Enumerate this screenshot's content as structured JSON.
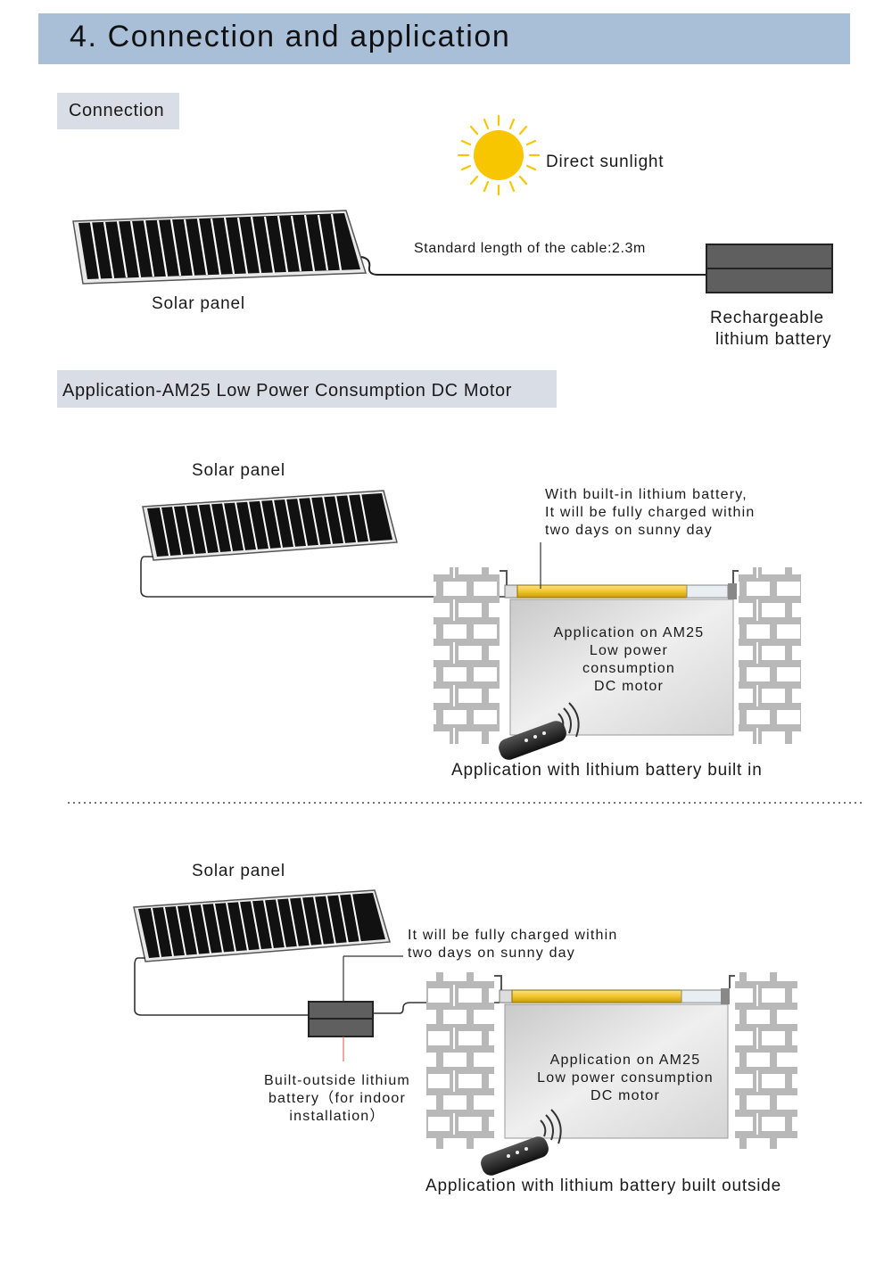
{
  "header": {
    "title": "4. Connection  and  application"
  },
  "sections": {
    "connection": {
      "tag": "Connection",
      "sunlight_label": "Direct  sunlight",
      "cable_label": "Standard length of the cable:2.3m",
      "solar_panel_label": "Solar panel",
      "battery_label_line1": "Rechargeable",
      "battery_label_line2": "lithium battery"
    },
    "application": {
      "tag": "Application-AM25 Low Power Consumption DC Motor"
    },
    "builtin": {
      "solar_panel_label": "Solar panel",
      "note_lines": [
        "With  built-in  lithium  battery,",
        "It  will  be  fully  charged  within",
        "two  days  on  sunny  day"
      ],
      "box_lines": [
        "Application on AM25",
        "Low power",
        "consumption",
        "DC motor"
      ],
      "caption": "Application with lithium battery built in"
    },
    "outside": {
      "solar_panel_label": "Solar panel",
      "note_lines": [
        "It  will  be  fully  charged  within",
        "two  days  on  sunny  day"
      ],
      "battery_lines": [
        "Built-outside  lithium",
        "battery（for  indoor",
        "installation）"
      ],
      "box_lines": [
        "Application on AM25",
        "Low power consumption",
        "DC motor"
      ],
      "caption": "Application with lithium battery built outside"
    }
  },
  "colors": {
    "header_bg": "#a9bfd8",
    "tag_bg": "#d9dde5",
    "sun": "#f7c600",
    "motor_tube": "#f0c62a",
    "panel_cell": "#111111",
    "battery": "#5f5f5f",
    "brick": "#b8b8b8"
  }
}
